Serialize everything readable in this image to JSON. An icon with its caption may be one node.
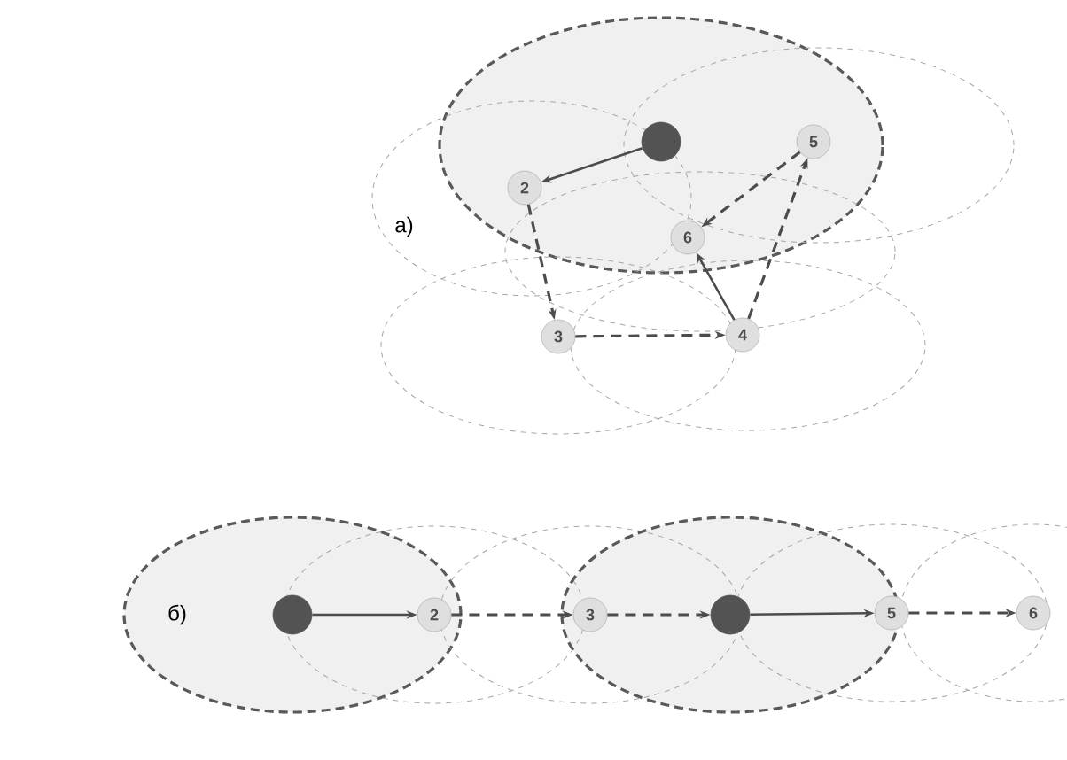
{
  "diagram": {
    "nodes": [
      {
        "text": [],
        "shape": "circle"
      },
      {
        "text": [
          "2"
        ]
      },
      {
        "text": [
          "5"
        ]
      },
      {
        "text": [
          "6"
        ]
      },
      {
        "text": [
          "3"
        ]
      },
      {
        "text": [
          "4"
        ]
      },
      {
        "text": [],
        "shape": "circle"
      },
      {
        "text": [
          "2"
        ]
      },
      {
        "text": [
          "3"
        ]
      },
      {
        "text": [],
        "shape": "circle"
      },
      {
        "text": [
          "5"
        ]
      },
      {
        "text": [
          "6"
        ]
      }
    ],
    "edges": [
      {
        "from": 0,
        "to": 1,
        "arrow": "to"
      },
      {
        "from": 1,
        "to": 4,
        "arrow": "to",
        "style": "dashed"
      },
      {
        "from": 4,
        "to": 5,
        "arrow": "to",
        "style": "dashed"
      },
      {
        "from": 5,
        "to": 3,
        "arrow": "to"
      },
      {
        "from": 5,
        "to": 2,
        "arrow": "to",
        "style": "dashed"
      },
      {
        "from": 2,
        "to": 3,
        "arrow": "to",
        "style": "dashed"
      },
      {
        "from": 6,
        "to": 7,
        "arrow": "to"
      },
      {
        "from": 7,
        "to": 8,
        "arrow": "to",
        "style": "dashed"
      },
      {
        "from": 8,
        "to": 9,
        "arrow": "to",
        "style": "dashed"
      },
      {
        "from": 9,
        "to": 10,
        "arrow": "to"
      },
      {
        "from": 10,
        "to": 11,
        "arrow": "to",
        "style": "dashed"
      }
    ],
    "labels": [
      "а)",
      "б)"
    ]
  }
}
